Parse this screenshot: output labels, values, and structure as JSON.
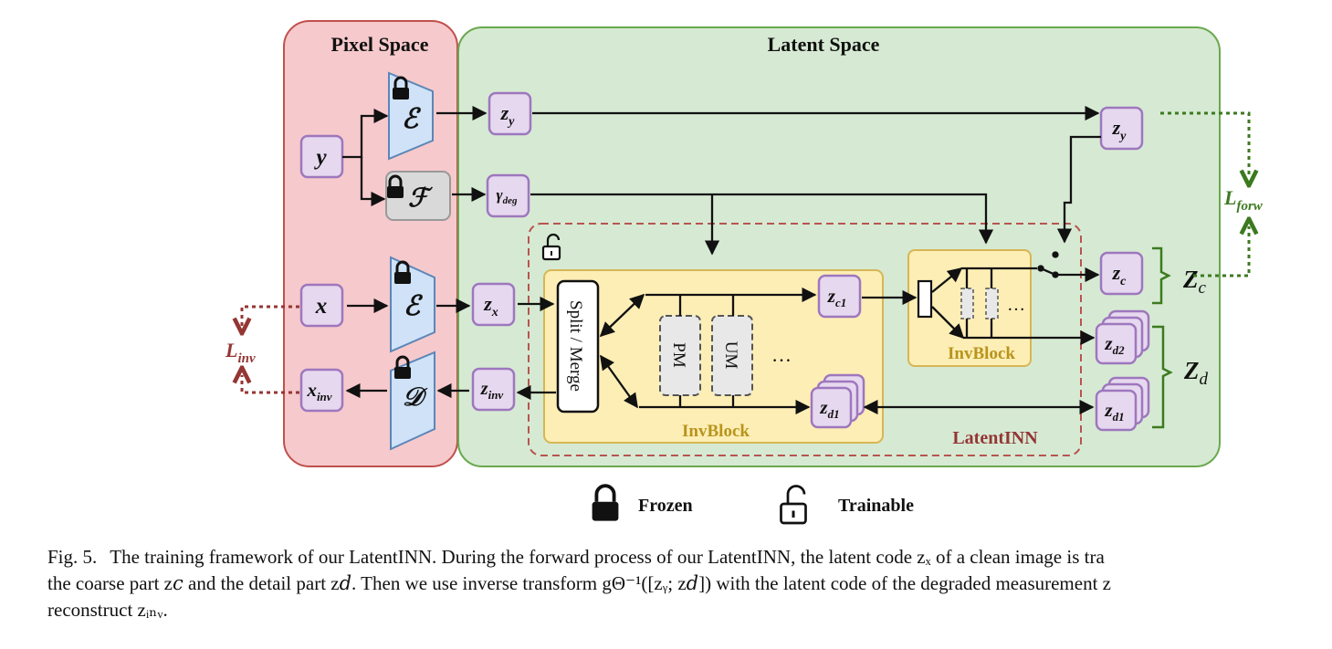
{
  "regions": {
    "pixel_space": "Pixel Space",
    "latent_space": "Latent Space",
    "latent_inn": "LatentINN"
  },
  "blocks": {
    "encoder_y": "ℰ",
    "degradation_net": "ℱ",
    "encoder_x": "ℰ",
    "decoder": "𝒟",
    "split_merge": "Split / Merge",
    "pm": "PM",
    "um": "UM",
    "ellipsis": "…",
    "invblock_main": "InvBlock",
    "invblock_small": "InvBlock"
  },
  "variables": {
    "y": "y",
    "x": "x",
    "x_inv": "x",
    "x_inv_sub": "inv",
    "z_y": "z",
    "z_y_sub": "y",
    "gamma_deg": "γ",
    "gamma_deg_sub": "deg",
    "z_x": "z",
    "z_x_sub": "x",
    "z_inv": "z",
    "z_inv_sub": "inv",
    "z_c1": "z",
    "z_c1_sub": "c1",
    "z_d1": "z",
    "z_d1_sub": "d1",
    "z_c": "z",
    "z_c_sub": "c",
    "z_d2": "z",
    "z_d2_sub": "d2",
    "Z_c": "Z",
    "Z_c_sub": "c",
    "Z_d": "Z",
    "Z_d_sub": "d"
  },
  "losses": {
    "forward": "L",
    "forward_sub": "forw",
    "inverse": "L",
    "inverse_sub": "inv"
  },
  "legend": {
    "frozen": "Frozen",
    "trainable": "Trainable"
  },
  "caption": {
    "fig_label": "Fig. 5.",
    "line1": "The training framework of our LatentINN. During the forward process of our LatentINN, the latent code zₓ of a clean image is tra",
    "line2": "the coarse part z𝑐 and the detail part z𝑑. Then we use inverse transform gΘ⁻¹([zᵧ; z𝑑]) with the latent code of the degraded measurement z",
    "line3": "reconstruct zᵢₙᵥ."
  },
  "colors": {
    "pixel_fill": "#f6c9cc",
    "pixel_stroke": "#c0504d",
    "latent_fill": "#d6ead3",
    "latent_stroke": "#6aa84f",
    "var_fill": "#e6d8ef",
    "var_stroke": "#9e77be",
    "coder_fill": "#cfe2f7",
    "coder_stroke": "#5b86b8",
    "inv_fill": "#fdeeb5",
    "inv_stroke": "#d6b656",
    "inv_label": "#b8941c",
    "latentinn_stroke": "#b85450",
    "latentinn_label": "#943634",
    "loss_forward": "#3c7a1f",
    "loss_inverse": "#943634"
  }
}
